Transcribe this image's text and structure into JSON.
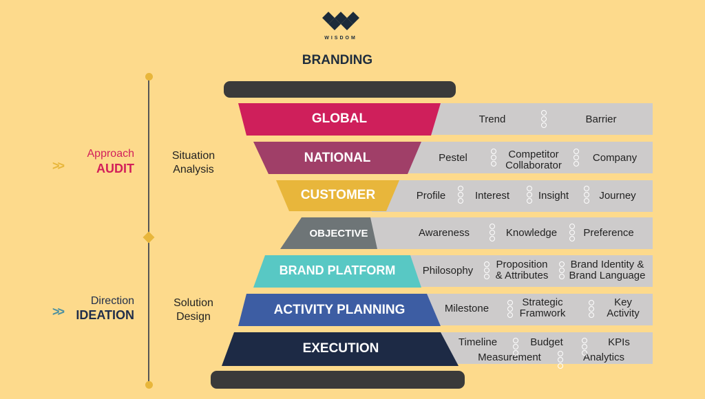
{
  "logo": {
    "text": "WISDOM"
  },
  "title": "BRANDING",
  "timeline": {
    "audit": {
      "top": "Approach",
      "bottom": "AUDIT",
      "color": "#D21F5A",
      "chevron_color": "#E8B63B",
      "phase": [
        "Situation",
        "Analysis"
      ]
    },
    "ideation": {
      "top": "Direction",
      "bottom": "IDEATION",
      "color": "#1F2D4A",
      "chevron_color": "#4B8FA0",
      "phase": [
        "Solution",
        "Design"
      ]
    }
  },
  "stages": [
    {
      "label": "GLOBAL",
      "color": "#CF1F5B",
      "items": [
        "Trend",
        "Barrier"
      ]
    },
    {
      "label": "NATIONAL",
      "color": "#A03F68",
      "items": [
        "Pestel",
        "Competitor Collaborator",
        "Company"
      ]
    },
    {
      "label": "CUSTOMER",
      "color": "#E8B63B",
      "items": [
        "Profile",
        "Interest",
        "Insight",
        "Journey"
      ]
    },
    {
      "label": "OBJECTIVE",
      "color": "#6E7577",
      "items": [
        "Awareness",
        "Knowledge",
        "Preference"
      ]
    },
    {
      "label": "BRAND PLATFORM",
      "color": "#58C8C4",
      "items": [
        "Philosophy",
        "Proposition & Attributes",
        "Brand Identity & Brand Language"
      ]
    },
    {
      "label": "ACTIVITY PLANNING",
      "color": "#3D5DA3",
      "items": [
        "Milestone",
        "Strategic Framwork",
        "Key Activity"
      ]
    },
    {
      "label": "EXECUTION",
      "color": "#1D2A45",
      "items": [
        "Timeline",
        "Budget",
        "KPIs",
        "Measurement",
        "Analytics"
      ]
    }
  ]
}
